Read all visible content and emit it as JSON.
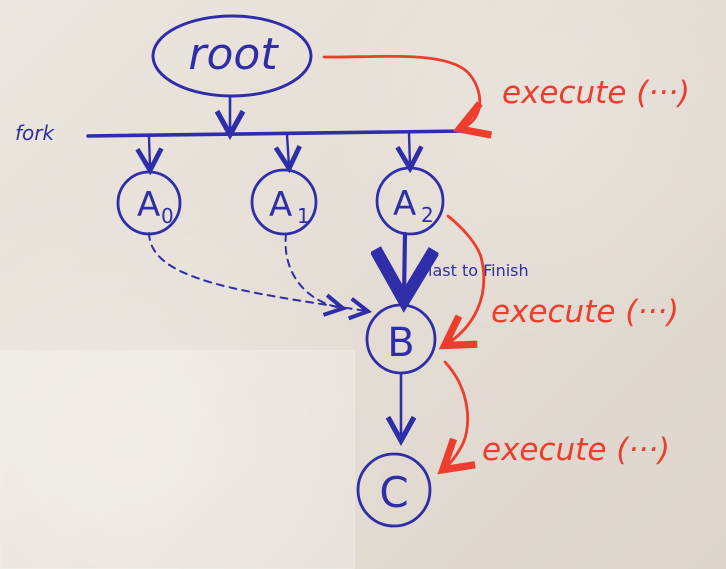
{
  "diagram": {
    "labels": {
      "root": "root",
      "fork": "fork",
      "a0_main": "A",
      "a0_sub": "0",
      "a1_main": "A",
      "a1_sub": "1",
      "a2_main": "A",
      "a2_sub": "2",
      "b": "B",
      "c": "C",
      "last_to_finish": "last to Finish",
      "execute_1": "execute (···)",
      "execute_2": "execute (···)",
      "execute_3": "execute (···)"
    },
    "colors": {
      "blue_ink": "#2f2ea8",
      "red_ink": "#ee3d2d",
      "paper": "#e7e1da"
    }
  }
}
